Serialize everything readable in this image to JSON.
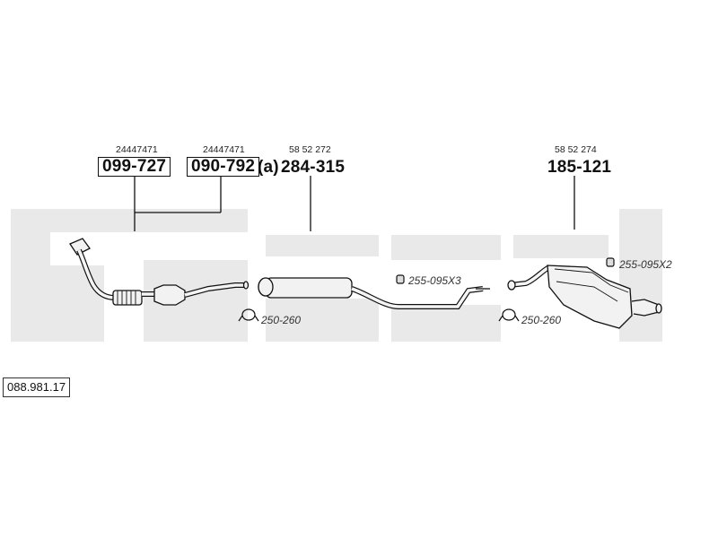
{
  "set_number": "088.981.17",
  "watermark": "bosal",
  "parts": [
    {
      "oe": "24447471",
      "number": "099-727",
      "boxed": true
    },
    {
      "oe": "24447471",
      "number": "090-792",
      "boxed": true,
      "suffix": "(a)"
    },
    {
      "oe": "58 52 272",
      "number": "284-315",
      "boxed": false
    },
    {
      "oe": "58 52 274",
      "number": "185-121",
      "boxed": false
    }
  ],
  "accessories": [
    {
      "code": "250-260",
      "icon": "clamp-icon"
    },
    {
      "code": "255-095X3",
      "icon": "rubber-mount-icon"
    },
    {
      "code": "250-260",
      "icon": "clamp-icon"
    },
    {
      "code": "255-095X2",
      "icon": "rubber-mount-icon"
    }
  ],
  "colors": {
    "line": "#111111",
    "watermark": "#e6e6e6",
    "part_fill": "#f2f2f2"
  }
}
